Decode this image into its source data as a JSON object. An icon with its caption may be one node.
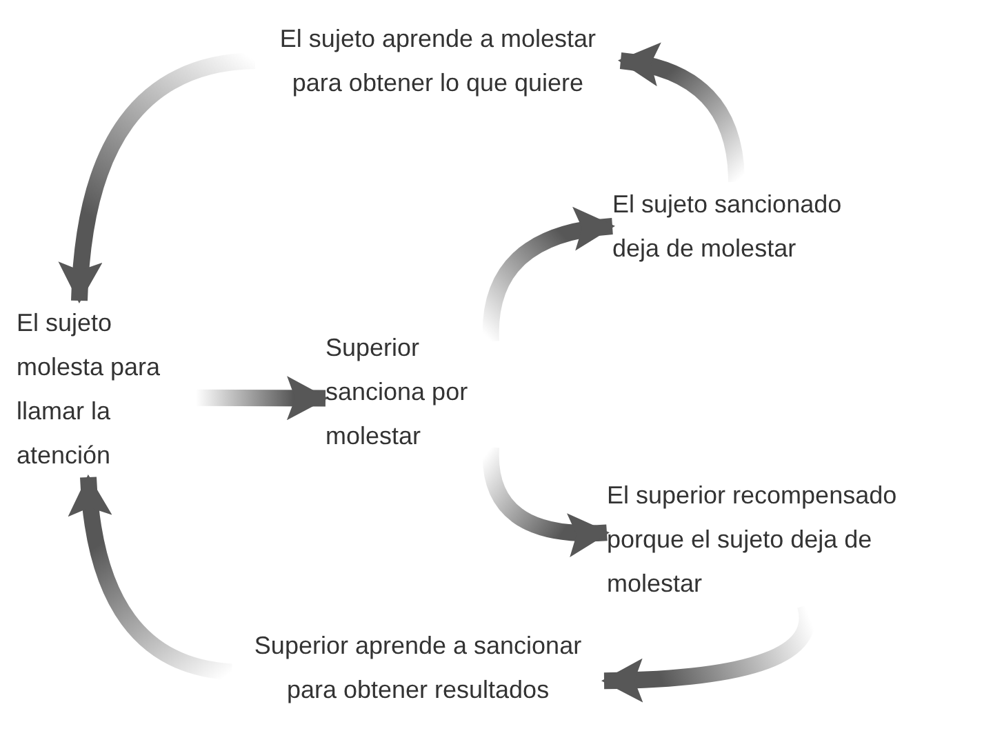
{
  "diagram": {
    "nodes": [
      {
        "text": [
          "El sujeto aprende a molestar para obtener lo que quiere"
        ]
      },
      {
        "text": [
          "El sujeto sancionado deja de molestar"
        ]
      },
      {
        "text": [
          "El sujeto molesta para llamar la atención"
        ]
      },
      {
        "text": [
          "Superior sanciona por molestar"
        ]
      },
      {
        "text": [
          "El superior recompensado porque el sujeto deja de molestar"
        ]
      },
      {
        "text": [
          "Superior aprende a sancionar para obtener resultados"
        ]
      }
    ],
    "edges": [
      {
        "from": 0,
        "to": 2,
        "arrow": "to"
      },
      {
        "from": 2,
        "to": 3,
        "arrow": "to"
      },
      {
        "from": 3,
        "to": 1,
        "arrow": "to"
      },
      {
        "from": 3,
        "to": 4,
        "arrow": "to"
      },
      {
        "from": 4,
        "to": 5,
        "arrow": "to"
      },
      {
        "from": 5,
        "to": 2,
        "arrow": "to"
      },
      {
        "from": 1,
        "to": 0,
        "arrow": "to"
      }
    ]
  }
}
